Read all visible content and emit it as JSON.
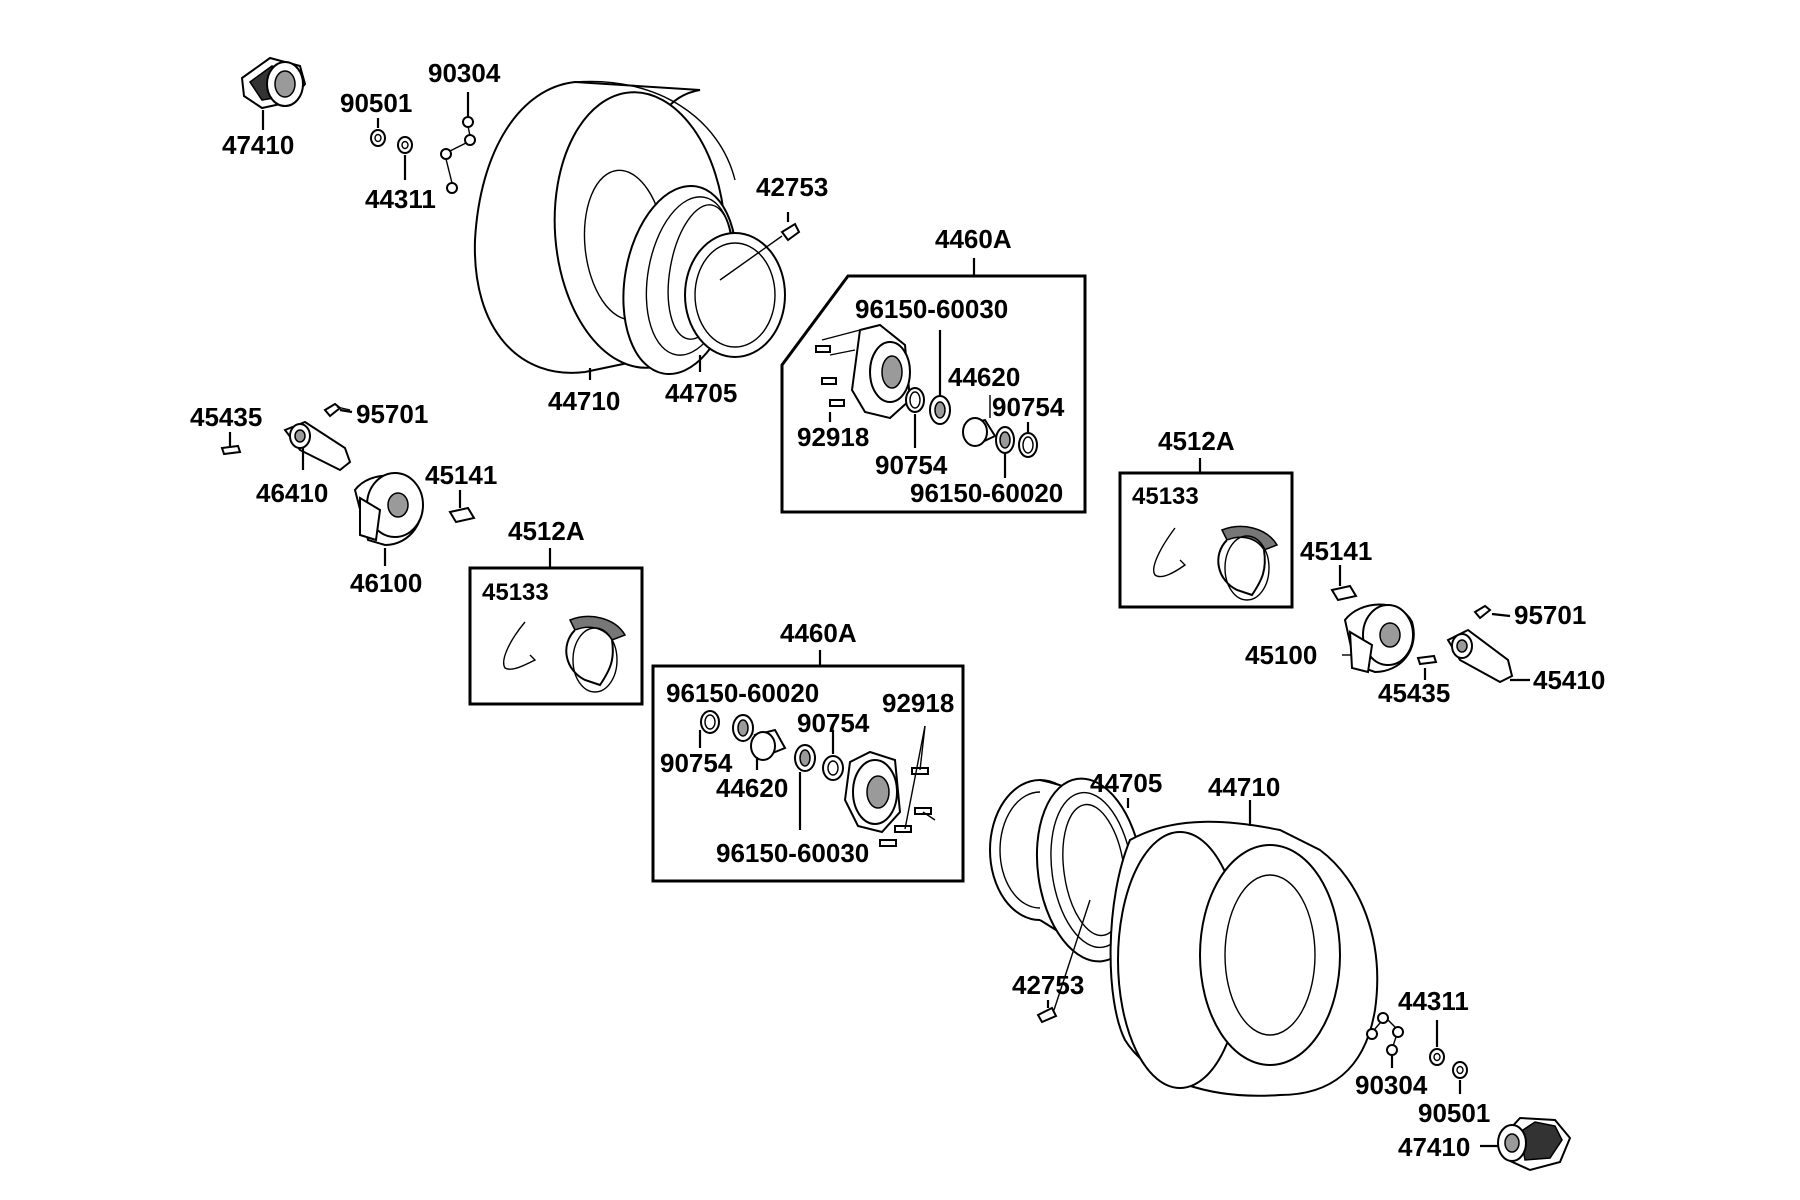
{
  "labels": {
    "hubcap_tl": "47410",
    "washer_tl": "90501",
    "bolts_tl": "90304",
    "nut_tl": "44311",
    "tire_top": "44710",
    "rim_top": "44705",
    "valve_top": "42753",
    "hub_top_group": "4460A",
    "bearing_top_a": "96150-60030",
    "spacer_top": "44620",
    "seal_top_a": "90754",
    "studs_top": "92918",
    "seal_top_b": "90754",
    "bearing_top_b": "96150-60020",
    "pin_left": "45435",
    "bolt_left": "95701",
    "lever_left": "46410",
    "cam_left": "45141",
    "panel_left": "46100",
    "shoe_left_group": "4512A",
    "spring_left": "45133",
    "hub_bot_group": "4460A",
    "bearing_bot_b": "96150-60020",
    "studs_bot": "92918",
    "seal_bot_a": "90754",
    "seal_bot_b": "90754",
    "spacer_bot": "44620",
    "bearing_bot_a": "96150-60030",
    "shoe_right_group": "4512A",
    "spring_right": "45133",
    "cam_right": "45141",
    "bolt_right": "95701",
    "panel_right": "45100",
    "pin_right": "45435",
    "lever_right": "45410",
    "rim_bot": "44705",
    "tire_bot": "44710",
    "valve_bot": "42753",
    "nut_br": "44311",
    "bolts_br": "90304",
    "washer_br": "90501",
    "hubcap_br": "47410"
  }
}
